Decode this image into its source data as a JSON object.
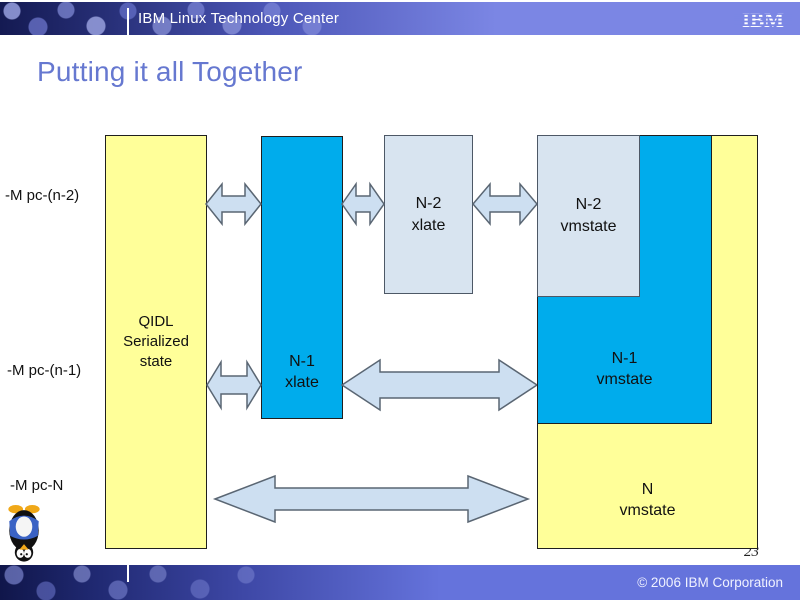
{
  "header": {
    "brand": "IBM Linux Technology Center",
    "logo": "IBM"
  },
  "slide": {
    "title": "Putting it all Together",
    "page_number": "23"
  },
  "diagram": {
    "row_labels": [
      "-M pc-(n-2)",
      "-M pc-(n-1)",
      "-M pc-N"
    ],
    "boxes": {
      "qidl": "QIDL\nSerialized\nstate",
      "n1_xlate": "N-1\nxlate",
      "n2_xlate": "N-2\nxlate",
      "n2_vmstate": "N-2\nvmstate",
      "n1_vmstate": "N-1\nvmstate",
      "n_vmstate": "N\nvmstate"
    }
  },
  "footer": {
    "copyright": "© 2006 IBM Corporation"
  },
  "colors": {
    "yellow": "#FFFF99",
    "cyan": "#00ACEC",
    "light_blue": "#D8E4F0",
    "arrow_fill": "#CDDFF1",
    "arrow_stroke": "#5A6673",
    "title_blue": "#6678D0",
    "header_right": "#7B86E4",
    "footer_right": "#6573DC"
  },
  "icons": {
    "ibm_logo": "ibm-logo",
    "tux": "tux-penguin"
  }
}
